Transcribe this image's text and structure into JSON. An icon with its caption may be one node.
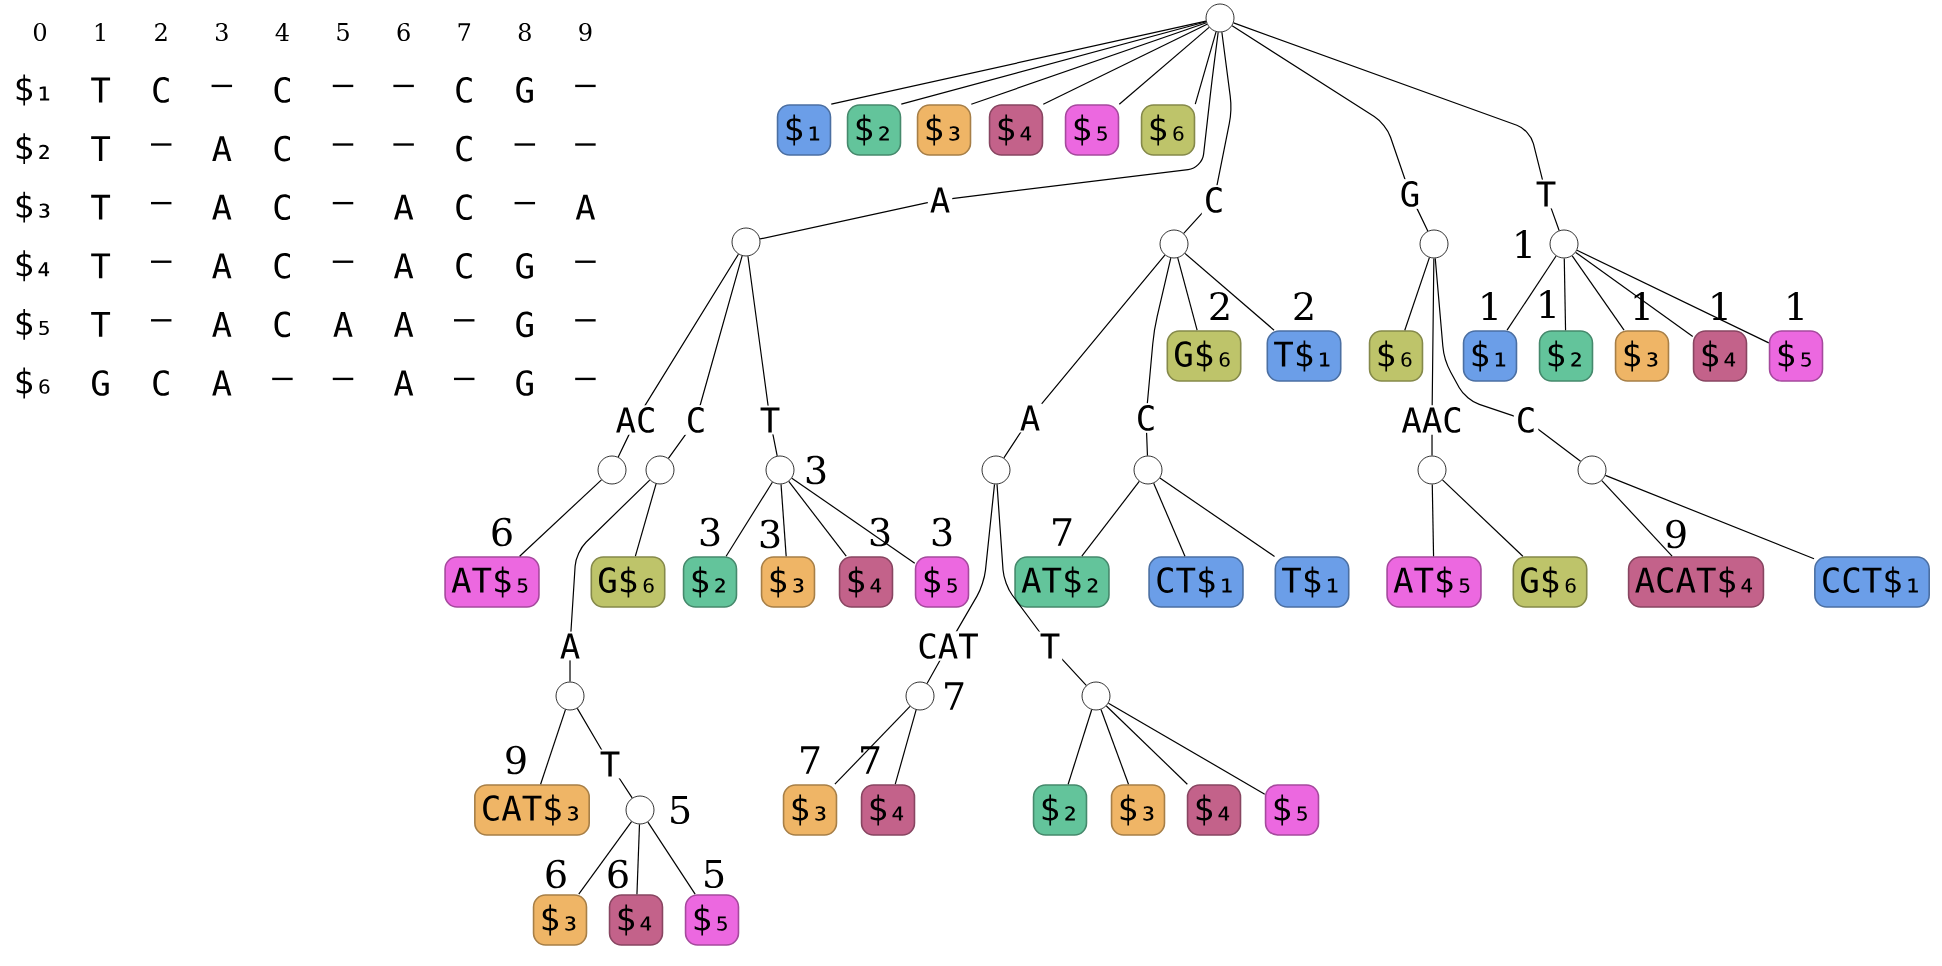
{
  "diagram": {
    "nodes": [
      {
        "text": [],
        "shape": "circle"
      },
      {
        "text": [
          "$₁"
        ]
      },
      {
        "text": [
          "$₂"
        ]
      },
      {
        "text": [
          "$₃"
        ]
      },
      {
        "text": [
          "$₄"
        ]
      },
      {
        "text": [
          "$₅"
        ]
      },
      {
        "text": [
          "$₆"
        ]
      },
      {
        "text": [],
        "shape": "circle"
      },
      {
        "text": [],
        "shape": "circle"
      },
      {
        "text": [],
        "shape": "circle"
      },
      {
        "text": [],
        "shape": "circle",
        "beside": [
          "1"
        ]
      },
      {
        "text": [],
        "shape": "circle"
      },
      {
        "text": [],
        "shape": "circle"
      },
      {
        "text": [],
        "shape": "circle",
        "beside": [
          "3"
        ]
      },
      {
        "text": [
          "AT$₅"
        ],
        "beside": [
          "6"
        ]
      },
      {
        "text": [
          "G$₆"
        ]
      },
      {
        "text": [],
        "shape": "circle"
      },
      {
        "text": [
          "CAT$₃"
        ],
        "beside": [
          "9"
        ]
      },
      {
        "text": [],
        "shape": "circle",
        "beside": [
          "5"
        ]
      },
      {
        "text": [
          "$₃"
        ],
        "beside": [
          "6"
        ]
      },
      {
        "text": [
          "$₄"
        ],
        "beside": [
          "6"
        ]
      },
      {
        "text": [
          "$₅"
        ],
        "beside": [
          "5"
        ]
      },
      {
        "text": [
          "$₂"
        ],
        "beside": [
          "3"
        ]
      },
      {
        "text": [
          "$₃"
        ],
        "beside": [
          "3"
        ]
      },
      {
        "text": [
          "$₄"
        ],
        "beside": [
          "3"
        ]
      },
      {
        "text": [
          "$₅"
        ],
        "beside": [
          "3"
        ]
      },
      {
        "text": [],
        "shape": "circle"
      },
      {
        "text": [],
        "shape": "circle"
      },
      {
        "text": [
          "G$₆"
        ],
        "beside": [
          "2"
        ]
      },
      {
        "text": [
          "T$₁"
        ],
        "beside": [
          "2"
        ]
      },
      {
        "text": [],
        "shape": "circle",
        "beside": [
          "7"
        ]
      },
      {
        "text": [],
        "shape": "circle"
      },
      {
        "text": [
          "$₃"
        ],
        "beside": [
          "7"
        ]
      },
      {
        "text": [
          "$₄"
        ],
        "beside": [
          "7"
        ]
      },
      {
        "text": [
          "$₂"
        ]
      },
      {
        "text": [
          "$₃"
        ]
      },
      {
        "text": [
          "$₄"
        ]
      },
      {
        "text": [
          "$₅"
        ]
      },
      {
        "text": [
          "AT$₂"
        ],
        "beside": [
          "7"
        ]
      },
      {
        "text": [
          "CT$₁"
        ]
      },
      {
        "text": [
          "T$₁"
        ]
      },
      {
        "text": [
          "$₆"
        ]
      },
      {
        "text": [],
        "shape": "circle"
      },
      {
        "text": [],
        "shape": "circle"
      },
      {
        "text": [
          "AT$₅"
        ]
      },
      {
        "text": [
          "G$₆"
        ]
      },
      {
        "text": [
          "ACAT$₄"
        ],
        "beside": [
          "9"
        ]
      },
      {
        "text": [
          "CCT$₁"
        ]
      },
      {
        "text": [
          "$₁"
        ],
        "beside": [
          "1"
        ]
      },
      {
        "text": [
          "$₂"
        ],
        "beside": [
          "1"
        ]
      },
      {
        "text": [
          "$₃"
        ],
        "beside": [
          "1"
        ]
      },
      {
        "text": [
          "$₄"
        ],
        "beside": [
          "1"
        ]
      },
      {
        "text": [
          "$₅"
        ],
        "beside": [
          "1"
        ]
      }
    ],
    "edges": [
      {
        "from": 0,
        "to": 1,
        "arrow": "none"
      },
      {
        "from": 0,
        "to": 2,
        "arrow": "none"
      },
      {
        "from": 0,
        "to": 3,
        "arrow": "none"
      },
      {
        "from": 0,
        "to": 4,
        "arrow": "none"
      },
      {
        "from": 0,
        "to": 5,
        "arrow": "none"
      },
      {
        "from": 0,
        "to": 6,
        "arrow": "none"
      },
      {
        "from": 0,
        "to": 7,
        "arrow": "none",
        "label": "A"
      },
      {
        "from": 0,
        "to": 8,
        "arrow": "none",
        "label": "C"
      },
      {
        "from": 0,
        "to": 9,
        "arrow": "none",
        "label": "G"
      },
      {
        "from": 0,
        "to": 10,
        "arrow": "none",
        "label": "T"
      },
      {
        "from": 7,
        "to": 11,
        "arrow": "none",
        "label": "AC"
      },
      {
        "from": 7,
        "to": 12,
        "arrow": "none",
        "label": "C"
      },
      {
        "from": 7,
        "to": 13,
        "arrow": "none",
        "label": "T"
      },
      {
        "from": 11,
        "to": 14,
        "arrow": "none"
      },
      {
        "from": 12,
        "to": 15,
        "arrow": "none"
      },
      {
        "from": 12,
        "to": 16,
        "arrow": "none",
        "label": "A"
      },
      {
        "from": 13,
        "to": 22,
        "arrow": "none"
      },
      {
        "from": 13,
        "to": 23,
        "arrow": "none"
      },
      {
        "from": 13,
        "to": 24,
        "arrow": "none"
      },
      {
        "from": 13,
        "to": 25,
        "arrow": "none"
      },
      {
        "from": 16,
        "to": 17,
        "arrow": "none"
      },
      {
        "from": 16,
        "to": 18,
        "arrow": "none",
        "label": "T"
      },
      {
        "from": 18,
        "to": 19,
        "arrow": "none"
      },
      {
        "from": 18,
        "to": 20,
        "arrow": "none"
      },
      {
        "from": 18,
        "to": 21,
        "arrow": "none"
      },
      {
        "from": 8,
        "to": 26,
        "arrow": "none",
        "label": "A"
      },
      {
        "from": 8,
        "to": 27,
        "arrow": "none",
        "label": "C"
      },
      {
        "from": 8,
        "to": 28,
        "arrow": "none"
      },
      {
        "from": 8,
        "to": 29,
        "arrow": "none"
      },
      {
        "from": 26,
        "to": 30,
        "arrow": "none",
        "label": "CAT"
      },
      {
        "from": 26,
        "to": 31,
        "arrow": "none",
        "label": "T"
      },
      {
        "from": 30,
        "to": 32,
        "arrow": "none"
      },
      {
        "from": 30,
        "to": 33,
        "arrow": "none"
      },
      {
        "from": 31,
        "to": 34,
        "arrow": "none"
      },
      {
        "from": 31,
        "to": 35,
        "arrow": "none"
      },
      {
        "from": 31,
        "to": 36,
        "arrow": "none"
      },
      {
        "from": 31,
        "to": 37,
        "arrow": "none"
      },
      {
        "from": 27,
        "to": 38,
        "arrow": "none"
      },
      {
        "from": 27,
        "to": 39,
        "arrow": "none"
      },
      {
        "from": 27,
        "to": 40,
        "arrow": "none"
      },
      {
        "from": 9,
        "to": 41,
        "arrow": "none"
      },
      {
        "from": 9,
        "to": 42,
        "arrow": "none",
        "label": "AAC"
      },
      {
        "from": 9,
        "to": 43,
        "arrow": "none",
        "label": "C"
      },
      {
        "from": 42,
        "to": 44,
        "arrow": "none"
      },
      {
        "from": 42,
        "to": 45,
        "arrow": "none"
      },
      {
        "from": 43,
        "to": 46,
        "arrow": "none"
      },
      {
        "from": 43,
        "to": 47,
        "arrow": "none"
      },
      {
        "from": 10,
        "to": 48,
        "arrow": "none"
      },
      {
        "from": 10,
        "to": 49,
        "arrow": "none"
      },
      {
        "from": 10,
        "to": 50,
        "arrow": "none"
      },
      {
        "from": 10,
        "to": 51,
        "arrow": "none"
      },
      {
        "from": 10,
        "to": 52,
        "arrow": "none"
      }
    ],
    "labels": [
      "0",
      "1",
      "2",
      "3",
      "4",
      "5",
      "6",
      "7",
      "8",
      "9",
      "$₁",
      "T",
      "C",
      "—",
      "C",
      "—",
      "—",
      "C",
      "G",
      "—",
      "$₂",
      "T",
      "—",
      "A",
      "C",
      "—",
      "—",
      "C",
      "—",
      "—",
      "$₃",
      "T",
      "—",
      "A",
      "C",
      "—",
      "A",
      "C",
      "—",
      "A",
      "$₄",
      "T",
      "—",
      "A",
      "C",
      "—",
      "A",
      "C",
      "G",
      "—",
      "$₅",
      "T",
      "—",
      "A",
      "C",
      "A",
      "A",
      "—",
      "G",
      "—",
      "$₆",
      "G",
      "C",
      "A",
      "—",
      "—",
      "A",
      "—",
      "G",
      "—"
    ]
  }
}
